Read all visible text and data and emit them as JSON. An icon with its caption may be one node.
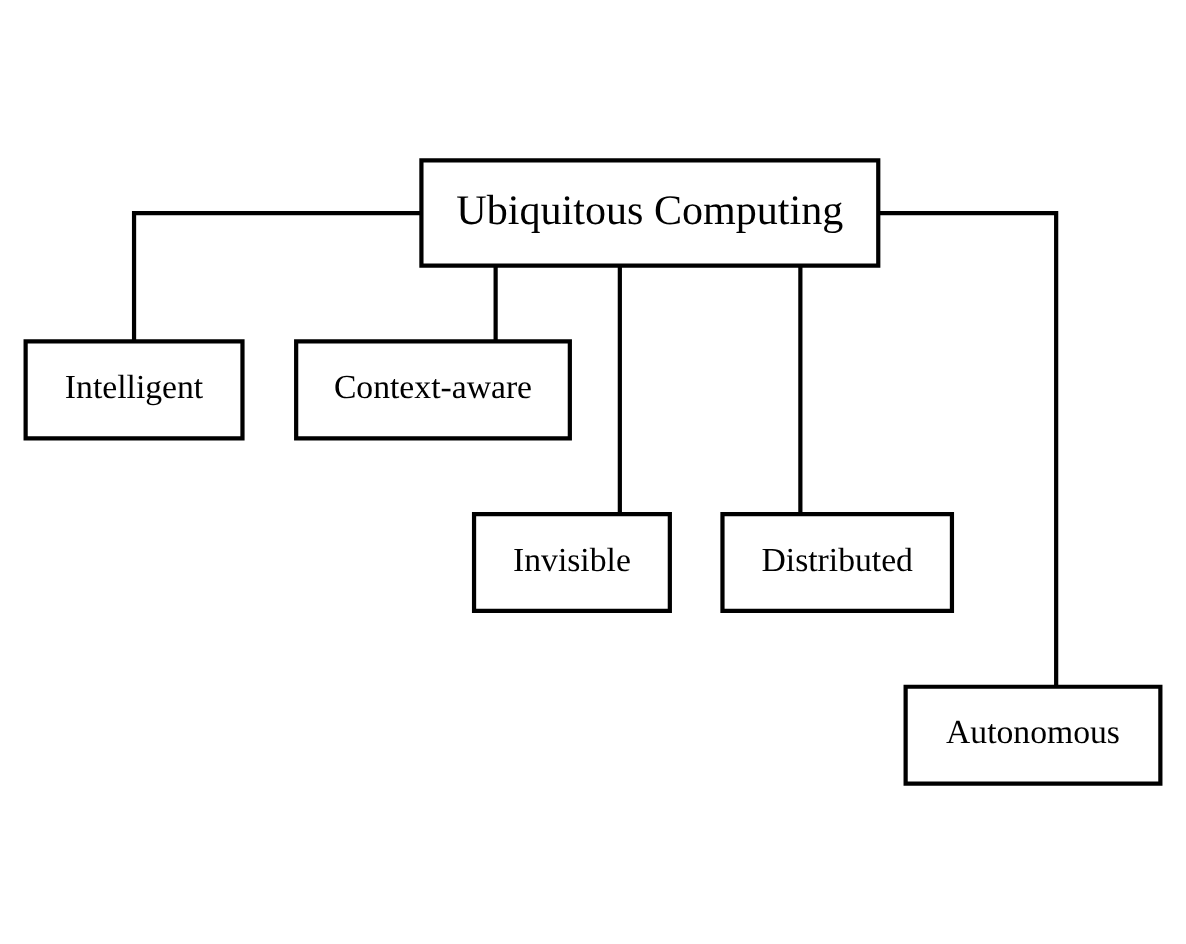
{
  "diagram": {
    "nodes": [
      {
        "text": [
          "Ubiquitous Computing"
        ]
      },
      {
        "text": [
          "Intelligent"
        ]
      },
      {
        "text": [
          "Context-aware"
        ]
      },
      {
        "text": [
          "Invisible"
        ]
      },
      {
        "text": [
          "Distributed"
        ]
      },
      {
        "text": [
          "Autonomous"
        ]
      }
    ],
    "edges": [
      {
        "from": 0,
        "to": 1,
        "arrow": "none"
      },
      {
        "from": 0,
        "to": 3,
        "arrow": "none"
      },
      {
        "from": 0,
        "to": 5,
        "arrow": "none"
      },
      {
        "from": 0,
        "to": 4,
        "arrow": "none"
      },
      {
        "from": 0,
        "to": 2,
        "arrow": "none"
      }
    ]
  }
}
